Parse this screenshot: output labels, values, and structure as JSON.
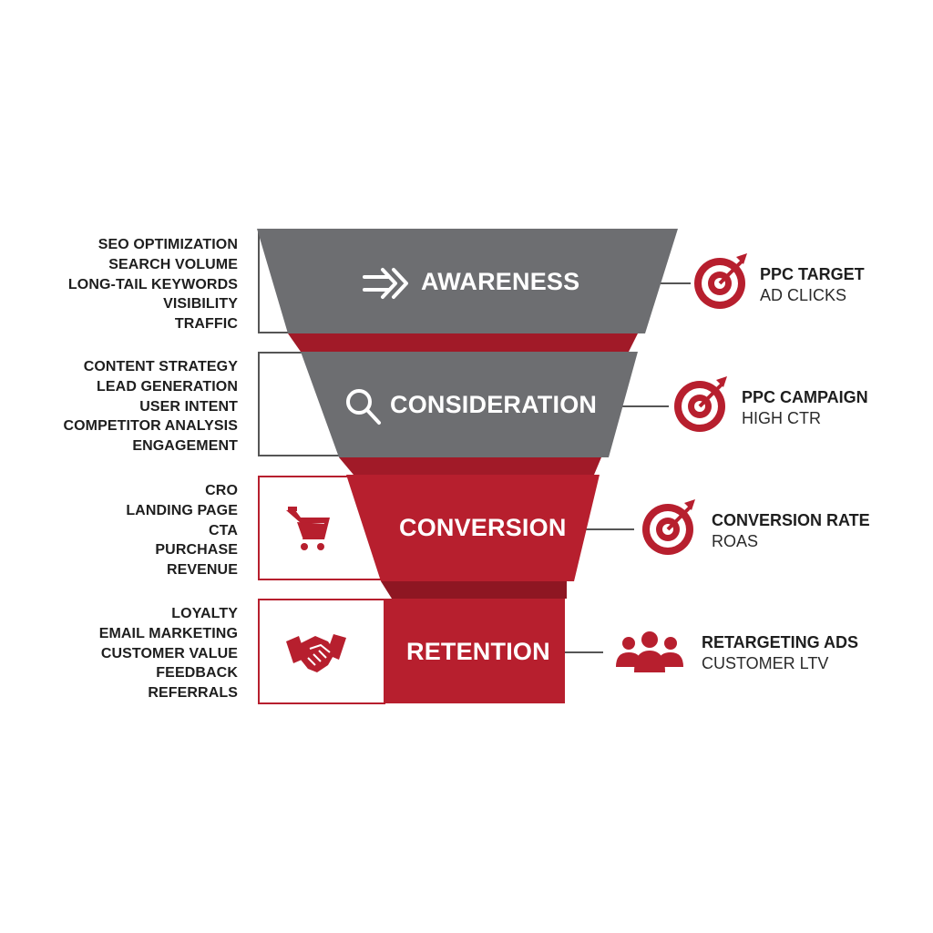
{
  "colors": {
    "gray": "#6d6e71",
    "red": "#b71f2e",
    "red_dark": "#8e1622",
    "outline": "#555555",
    "text": "#1e1e1e"
  },
  "stages": [
    {
      "title": "AWARENESS",
      "icon": "double-arrow-icon",
      "keywords": [
        "SEO OPTIMIZATION",
        "SEARCH VOLUME",
        "LONG-TAIL KEYWORDS",
        "VISIBILITY",
        "TRAFFIC"
      ],
      "metric": {
        "icon": "target-icon",
        "title": "PPC TARGET",
        "sub": "AD CLICKS"
      }
    },
    {
      "title": "CONSIDERATION",
      "icon": "search-icon",
      "keywords": [
        "CONTENT STRATEGY",
        "LEAD GENERATION",
        "USER INTENT",
        "COMPETITOR ANALYSIS",
        "ENGAGEMENT"
      ],
      "metric": {
        "icon": "target-icon",
        "title": "PPC CAMPAIGN",
        "sub": "HIGH CTR"
      }
    },
    {
      "title": "CONVERSION",
      "icon": "shopping-cart-icon",
      "keywords": [
        "CRO",
        "LANDING PAGE",
        "CTA",
        "PURCHASE",
        "REVENUE"
      ],
      "metric": {
        "icon": "target-icon",
        "title": "CONVERSION RATE",
        "sub": "ROAS"
      }
    },
    {
      "title": "RETENTION",
      "icon": "handshake-icon",
      "keywords": [
        "LOYALTY",
        "EMAIL MARKETING",
        "CUSTOMER VALUE",
        "FEEDBACK",
        "REFERRALS"
      ],
      "metric": {
        "icon": "people-group-icon",
        "title": "RETARGETING ADS",
        "sub": "CUSTOMER LTV"
      }
    }
  ]
}
